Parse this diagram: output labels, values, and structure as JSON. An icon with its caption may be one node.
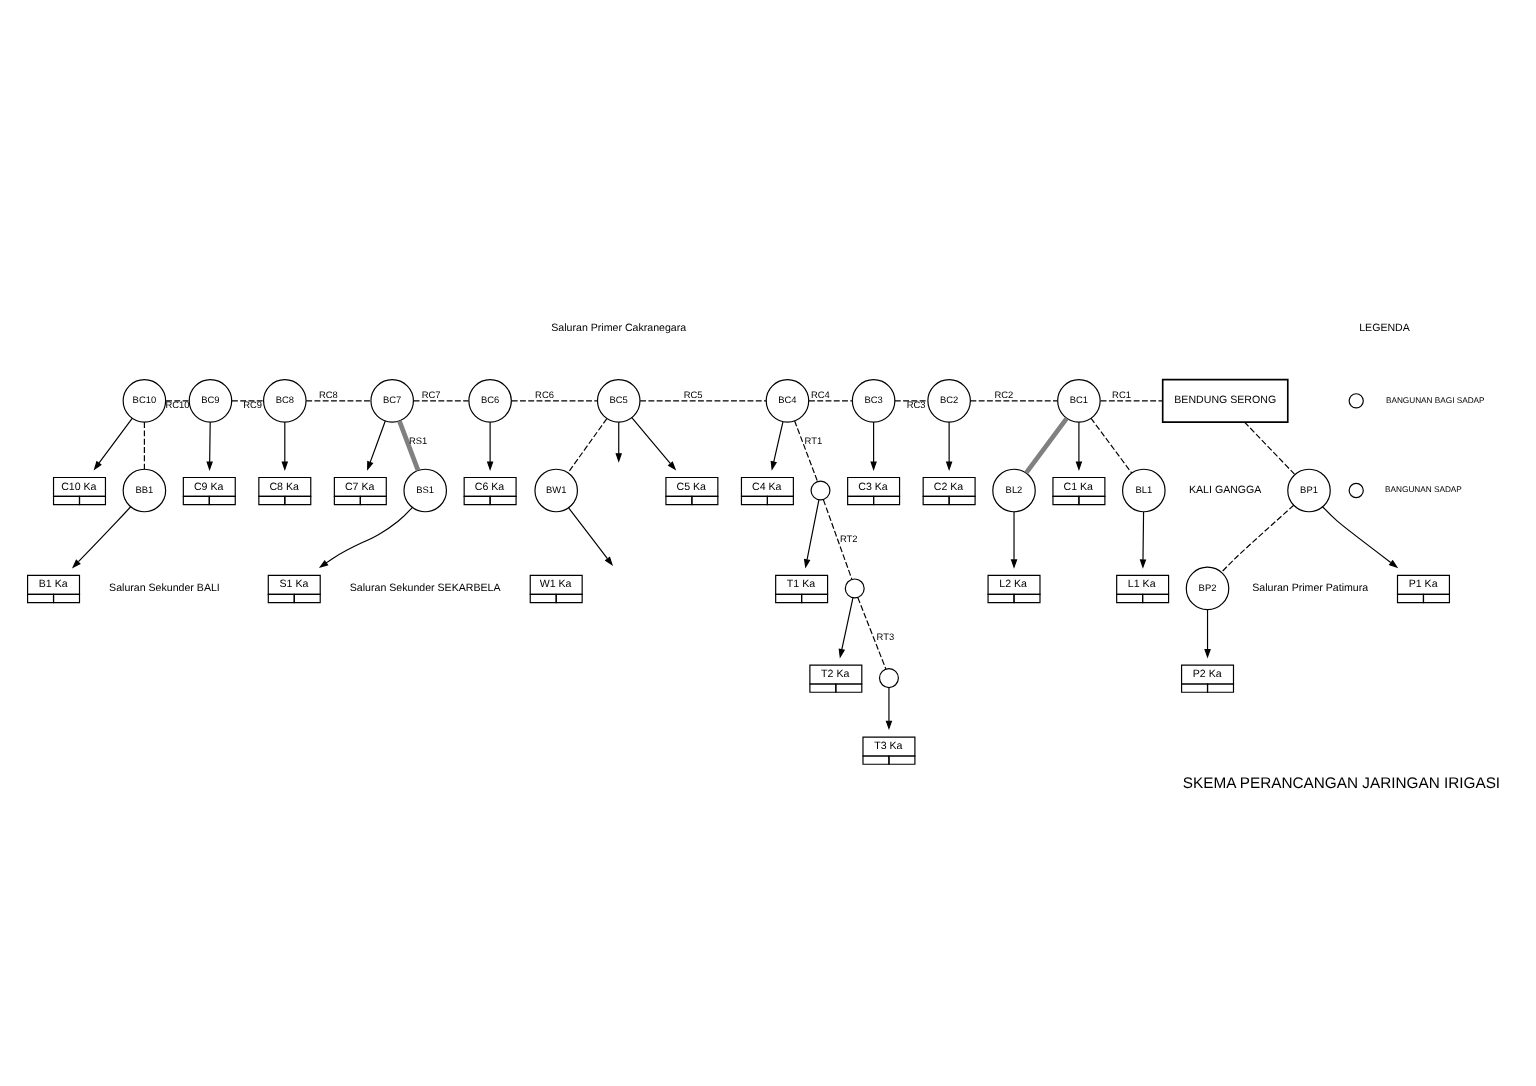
{
  "diagram": {
    "title": "SKEMA PERANCANGAN JARINGAN IRIGASI",
    "nodes": [
      {
        "text": [
          "BENDUNG SERONG"
        ]
      },
      {
        "text": [
          "BC10"
        ]
      },
      {
        "text": [
          "BC9"
        ]
      },
      {
        "text": [
          "BC8"
        ]
      },
      {
        "text": [
          "BC7"
        ]
      },
      {
        "text": [
          "BC6"
        ]
      },
      {
        "text": [
          "BC5"
        ]
      },
      {
        "text": [
          "BC4"
        ]
      },
      {
        "text": [
          "BC3"
        ]
      },
      {
        "text": [
          "BC2"
        ]
      },
      {
        "text": [
          "BC1"
        ]
      },
      {
        "text": [
          "BP1"
        ]
      },
      {
        "text": [
          "C10 Ka"
        ]
      },
      {
        "text": [
          "C9 Ka"
        ]
      },
      {
        "text": [
          "C8 Ka"
        ]
      },
      {
        "text": [
          "C7 Ka"
        ]
      },
      {
        "text": [
          "C6 Ka"
        ]
      },
      {
        "text": [
          "C5 Ka"
        ]
      },
      {
        "text": [
          "C4 Ka"
        ]
      },
      {
        "text": [
          "C3 Ka"
        ]
      },
      {
        "text": [
          "C2 Ka"
        ]
      },
      {
        "text": [
          "C1 Ka"
        ]
      },
      {
        "text": [
          "P1 Ka"
        ]
      },
      {
        "text": [
          "BB1"
        ]
      },
      {
        "text": [
          "BS1"
        ]
      },
      {
        "text": [
          "BW1"
        ]
      },
      {
        "text": [],
        "shape": "circle"
      },
      {
        "text": [
          "BL1"
        ]
      },
      {
        "text": [
          "BL2"
        ]
      },
      {
        "text": [
          "BP2"
        ]
      },
      {
        "text": [
          "B1 Ka"
        ]
      },
      {
        "text": [
          "S1 Ka"
        ]
      },
      {
        "text": [
          "W1 Ka"
        ]
      },
      {
        "text": [
          "T1 Ka"
        ]
      },
      {
        "text": [
          "L1 Ka"
        ]
      },
      {
        "text": [
          "L2 Ka"
        ]
      },
      {
        "text": [
          "P2 Ka"
        ]
      },
      {
        "text": [],
        "shape": "circle"
      },
      {
        "text": [
          "T2 Ka"
        ]
      },
      {
        "text": [],
        "shape": "circle"
      },
      {
        "text": [
          "T3 Ka"
        ]
      }
    ],
    "edges": [
      {
        "from": 1,
        "to": 2,
        "arrow": "none",
        "style": "dashed",
        "label": "RC10"
      },
      {
        "from": 2,
        "to": 3,
        "arrow": "none",
        "style": "dashed",
        "label": "RC9"
      },
      {
        "from": 3,
        "to": 4,
        "arrow": "none",
        "style": "dashed",
        "label": "RC8"
      },
      {
        "from": 4,
        "to": 5,
        "arrow": "none",
        "style": "dashed",
        "label": "RC7"
      },
      {
        "from": 5,
        "to": 6,
        "arrow": "none",
        "style": "dashed",
        "label": "RC6"
      },
      {
        "from": 6,
        "to": 7,
        "arrow": "none",
        "style": "dashed",
        "label": "RC5"
      },
      {
        "from": 7,
        "to": 8,
        "arrow": "none",
        "style": "dashed",
        "label": "RC4"
      },
      {
        "from": 8,
        "to": 9,
        "arrow": "none",
        "style": "dashed",
        "label": "RC3"
      },
      {
        "from": 9,
        "to": 10,
        "arrow": "none",
        "style": "dashed",
        "label": "RC2"
      },
      {
        "from": 10,
        "to": 0,
        "arrow": "none",
        "style": "dashed",
        "label": "RC1"
      },
      {
        "from": 0,
        "to": 11,
        "arrow": "none",
        "style": "dashed"
      },
      {
        "from": 1,
        "to": 12,
        "arrow": "to"
      },
      {
        "from": 2,
        "to": 13,
        "arrow": "to"
      },
      {
        "from": 3,
        "to": 14,
        "arrow": "to"
      },
      {
        "from": 4,
        "to": 15,
        "arrow": "to"
      },
      {
        "from": 5,
        "to": 16,
        "arrow": "to"
      },
      {
        "from": 6,
        "to": 17,
        "arrow": "to"
      },
      {
        "from": 6,
        "to": null,
        "arrow": "to"
      },
      {
        "from": 7,
        "to": 18,
        "arrow": "to"
      },
      {
        "from": 8,
        "to": 19,
        "arrow": "to"
      },
      {
        "from": 9,
        "to": 20,
        "arrow": "to"
      },
      {
        "from": 10,
        "to": 21,
        "arrow": "to"
      },
      {
        "from": 11,
        "to": 22,
        "arrow": "to"
      },
      {
        "from": 1,
        "to": 23,
        "arrow": "none",
        "style": "dashed"
      },
      {
        "from": 23,
        "to": 30,
        "arrow": "to"
      },
      {
        "from": 4,
        "to": 24,
        "arrow": "none",
        "style": "thick",
        "color": "#808080",
        "label": "RS1"
      },
      {
        "from": 24,
        "to": 31,
        "arrow": "to"
      },
      {
        "from": 6,
        "to": 25,
        "arrow": "none",
        "style": "dashed"
      },
      {
        "from": 25,
        "to": null,
        "arrow": "to"
      },
      {
        "from": 7,
        "to": 26,
        "arrow": "none",
        "style": "dashed",
        "label": "RT1"
      },
      {
        "from": 26,
        "to": 33,
        "arrow": "to"
      },
      {
        "from": 26,
        "to": 37,
        "arrow": "none",
        "style": "dashed",
        "label": "RT2"
      },
      {
        "from": 37,
        "to": 38,
        "arrow": "to"
      },
      {
        "from": 37,
        "to": 39,
        "arrow": "none",
        "style": "dashed",
        "label": "RT3"
      },
      {
        "from": 39,
        "to": 40,
        "arrow": "to"
      },
      {
        "from": 10,
        "to": 27,
        "arrow": "none",
        "style": "dashed"
      },
      {
        "from": 27,
        "to": 34,
        "arrow": "to"
      },
      {
        "from": 10,
        "to": 28,
        "arrow": "none",
        "style": "thick",
        "color": "#808080"
      },
      {
        "from": 28,
        "to": 35,
        "arrow": "to"
      },
      {
        "from": 11,
        "to": 29,
        "arrow": "none",
        "style": "dashed"
      },
      {
        "from": 29,
        "to": 36,
        "arrow": "to"
      }
    ],
    "labels": [
      "Saluran Primer Cakranegara",
      "LEGENDA",
      "Saluran Primer Patimura",
      "KALI GANGGA",
      "Saluran Sekunder BALI",
      "Saluran Sekunder SEKARBELA"
    ],
    "legend": [
      {
        "text": "BANGUNAN BAGI SADAP"
      },
      {
        "text": "BANGUNAN SADAP"
      }
    ]
  }
}
